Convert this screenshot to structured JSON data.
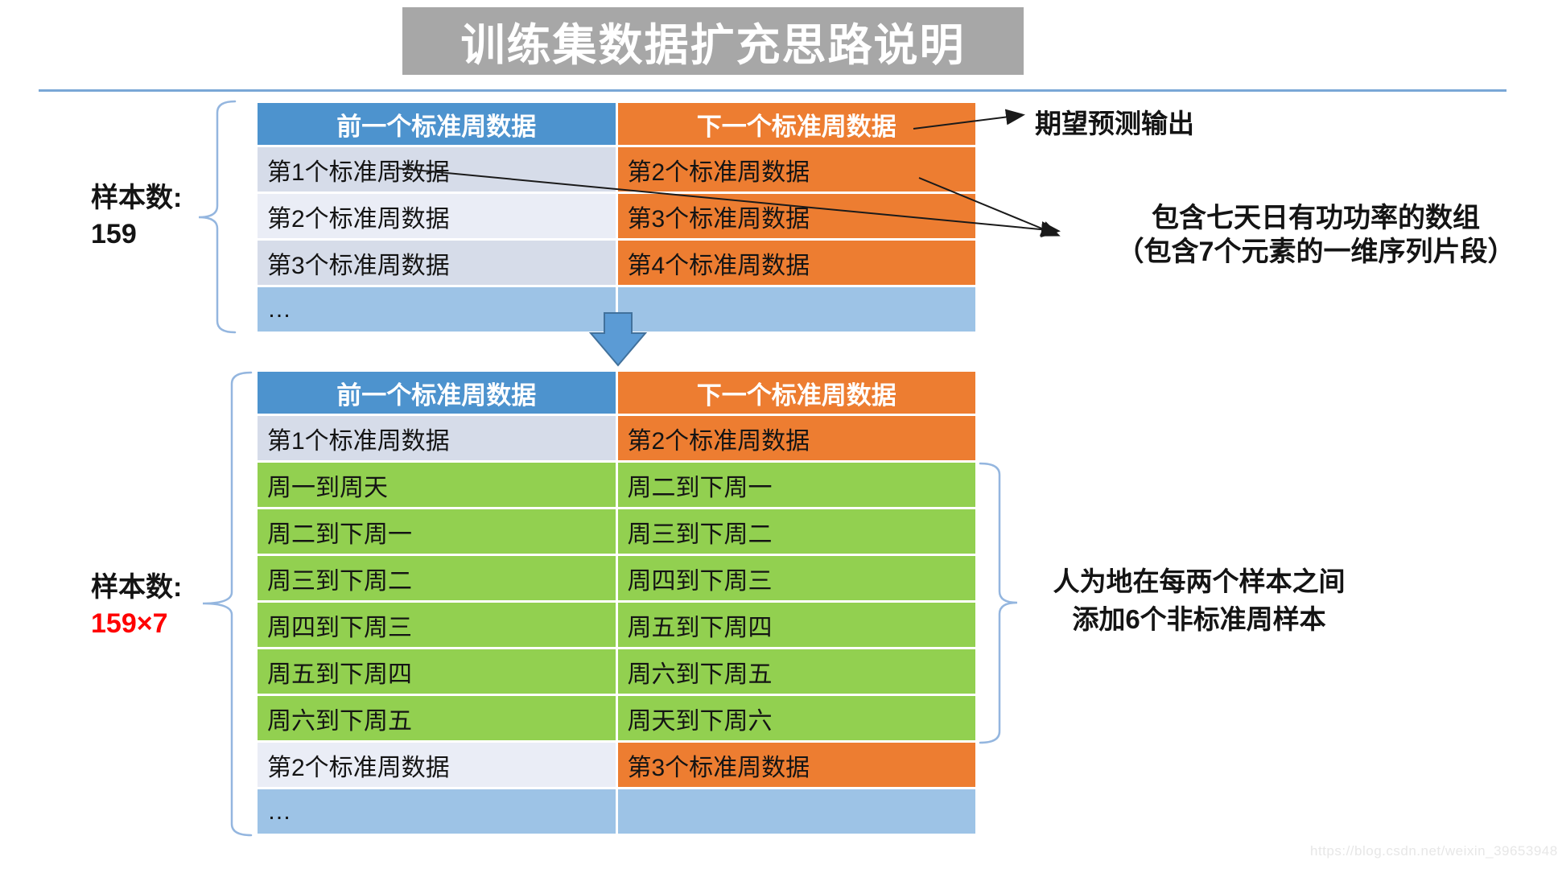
{
  "title": "训练集数据扩充思路说明",
  "top_table": {
    "headers": [
      "前一个标准周数据",
      "下一个标准周数据"
    ],
    "rows": [
      [
        "第1个标准周数据",
        "第2个标准周数据"
      ],
      [
        "第2个标准周数据",
        "第3个标准周数据"
      ],
      [
        "第3个标准周数据",
        "第4个标准周数据"
      ],
      [
        "…",
        ""
      ]
    ],
    "sample_label": "样本数:",
    "sample_value": "159"
  },
  "bottom_table": {
    "headers": [
      "前一个标准周数据",
      "下一个标准周数据"
    ],
    "rows": [
      [
        "第1个标准周数据",
        "第2个标准周数据"
      ],
      [
        "周一到周天",
        "周二到下周一"
      ],
      [
        "周二到下周一",
        "周三到下周二"
      ],
      [
        "周三到下周二",
        "周四到下周三"
      ],
      [
        "周四到下周三",
        "周五到下周四"
      ],
      [
        "周五到下周四",
        "周六到下周五"
      ],
      [
        "周六到下周五",
        "周天到下周六"
      ],
      [
        "第2个标准周数据",
        "第3个标准周数据"
      ],
      [
        "…",
        ""
      ]
    ],
    "sample_label": "样本数:",
    "sample_value": "159×7"
  },
  "annotations": {
    "expected_output": "期望预测输出",
    "array_note_line1": "包含七天日有功功率的数组",
    "array_note_line2": "（包含7个元素的一维序列片段）",
    "augment_note_line1": "人为地在每两个样本之间",
    "augment_note_line2": "添加6个非标准周样本"
  },
  "watermark": "https://blog.csdn.net/weixin_39653948",
  "colors": {
    "header_blue": "#4D93CE",
    "orange": "#ED7D31",
    "row_dark": "#D6DCE9",
    "row_light": "#EAEDF6",
    "dots_row_blue": "#9DC3E6",
    "green": "#92D050",
    "block_arrow_fill": "#5B9BD5",
    "block_arrow_stroke": "#41719C",
    "brace_blue": "#94B6DF",
    "title_gray": "#A7A7A7",
    "highlight_red": "#FF0000"
  }
}
